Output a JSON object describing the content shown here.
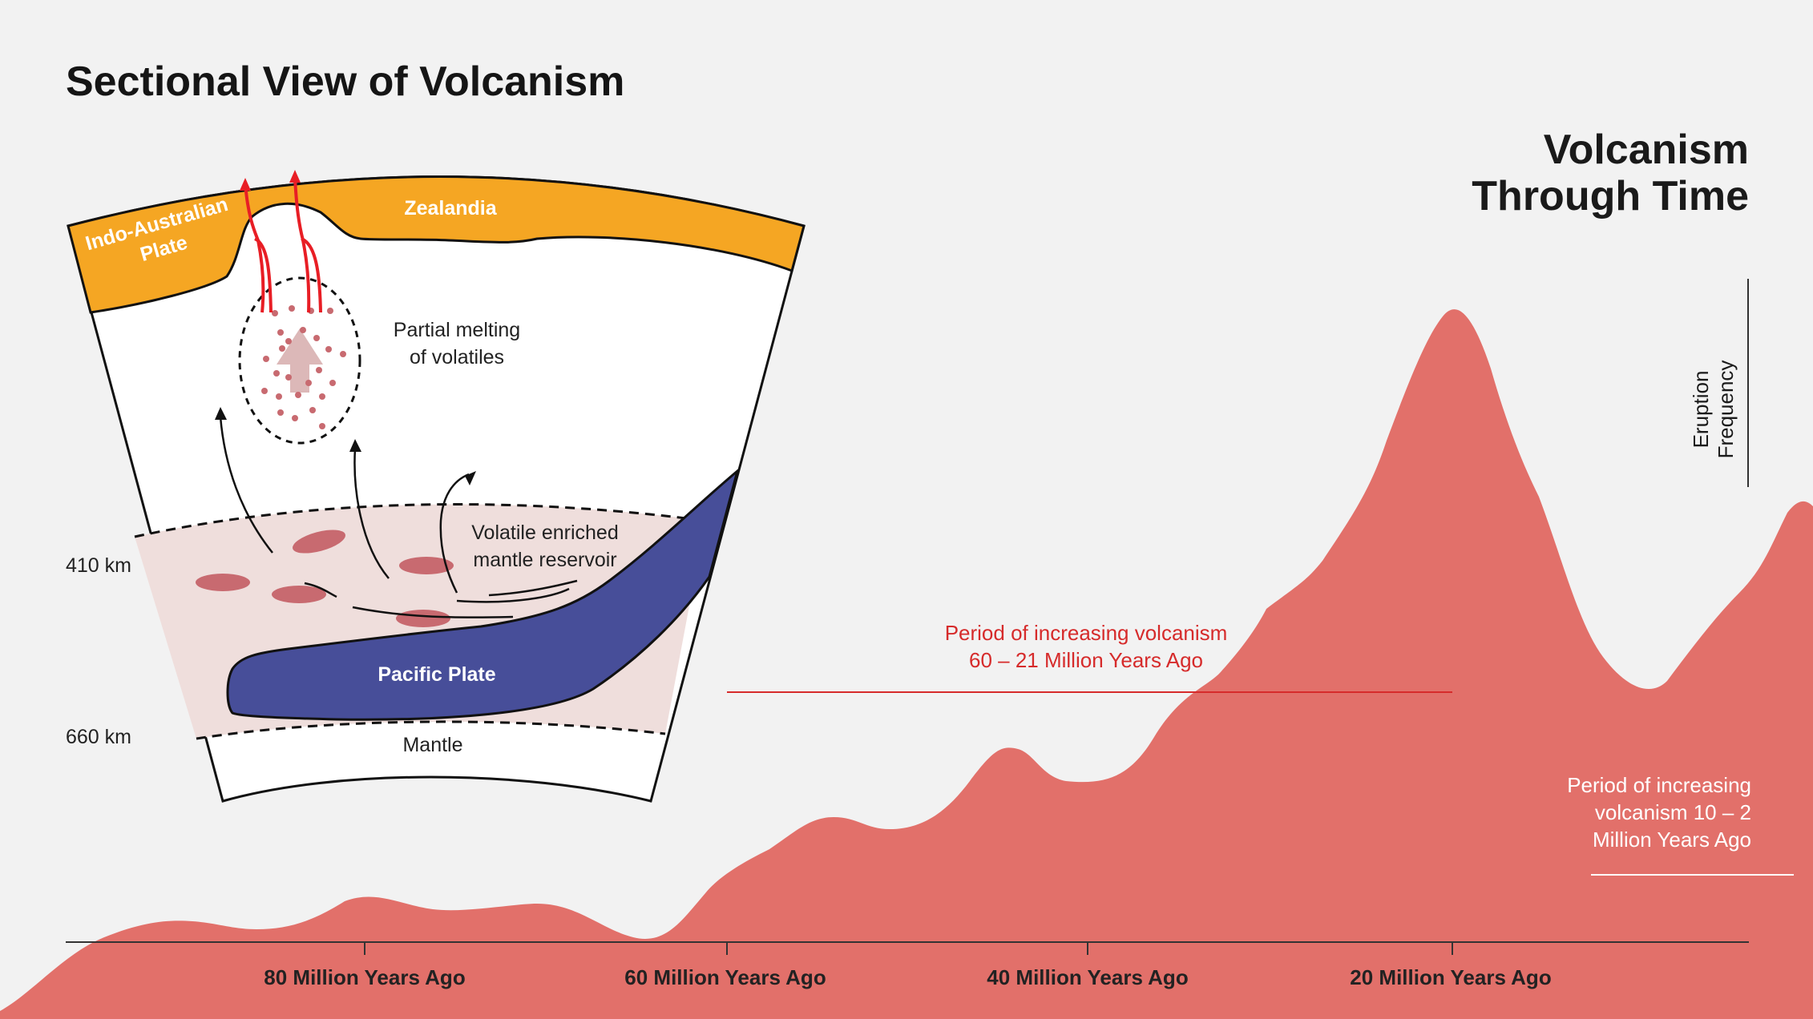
{
  "title": "Sectional View of Volcanism",
  "timeline_title": "Volcanism\nThrough Time",
  "y_axis_label": "Eruption Frequency",
  "x_ticks": [
    "80 Million Years Ago",
    "60 Million Years Ago",
    "40 Million Years Ago",
    "20 Million Years Ago"
  ],
  "annotations": {
    "period_1": "Period of increasing volcanism\n60 – 21 Million Years Ago",
    "period_2": "Period of increasing\nvolcanism 10 – 2\nMillion Years Ago"
  },
  "section": {
    "indo_australian": "Indo-Australian\nPlate",
    "zealandia": "Zealandia",
    "partial_melting": "Partial melting\nof volatiles",
    "reservoir": "Volatile enriched\nmantle reservoir",
    "pacific_plate": "Pacific Plate",
    "mantle": "Mantle",
    "depth_410": "410 km",
    "depth_660": "660 km"
  },
  "colors": {
    "background": "#f2f2f2",
    "area_fill": "#e2706a",
    "crust": "#f5a623",
    "pacific_plate": "#474e99",
    "reservoir": "#efdedc",
    "magma": "#e81e25",
    "red_text": "#d62b2b"
  }
}
